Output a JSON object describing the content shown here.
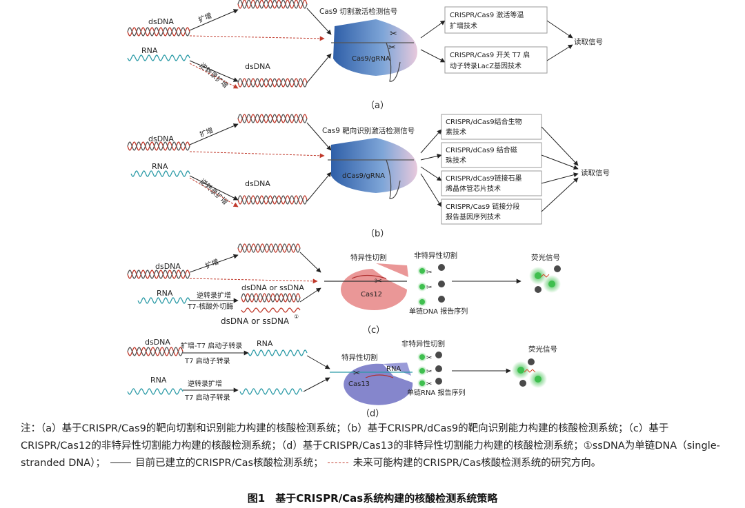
{
  "panels": {
    "a": {
      "label": "（a）",
      "input_dsdna": "dsDNA",
      "input_rna": "RNA",
      "amp": "扩增",
      "rt_amp": "逆转录扩增",
      "mid_dsdna": "dsDNA",
      "signal": "Cas9 切割激活检测信号",
      "complex": "Cas9/gRNA",
      "tech1_l1": "CRISPR/Cas9 激活等温",
      "tech1_l2": "扩增技术",
      "tech2_l1": "CRISPR/Cas9 开关 T7 启",
      "tech2_l2": "动子转录LacZ基因技术",
      "readout": "读取信号"
    },
    "b": {
      "label": "（b）",
      "input_dsdna": "dsDNA",
      "input_rna": "RNA",
      "amp": "扩增",
      "rt_amp": "逆转录扩增",
      "mid_dsdna": "dsDNA",
      "signal": "Cas9 靶向识别激活检测信号",
      "complex": "dCas9/gRNA",
      "tech1_l1": "CRISPR/dCas9结合生物",
      "tech1_l2": "素技术",
      "tech2_l1": "CRISPR/dCas9 结合磁",
      "tech2_l2": "珠技术",
      "tech3_l1": "CRISPR/dCas9链接石墨",
      "tech3_l2": "烯晶体管芯片技术",
      "tech4_l1": "CRISPR/Cas9 链接分段",
      "tech4_l2": "报告基因序列技术",
      "readout": "读取信号"
    },
    "c": {
      "label": "（c）",
      "input_dsdna": "dsDNA",
      "input_rna": "RNA",
      "amp": "扩增",
      "rt_amp": "逆转录扩增",
      "t7_nuclease": "T7-核酸外切酶",
      "mid_label1": "dsDNA or ssDNA",
      "mid_label2": "dsDNA or ssDNA",
      "footnote_mark": "①",
      "specific_cut": "特异性切割",
      "nonspecific_cut": "非特异性切割",
      "enzyme": "Cas12",
      "reporter": "单链DNA 报告序列",
      "fluor": "荧光信号"
    },
    "d": {
      "label": "（d）",
      "input_dsdna": "dsDNA",
      "input_rna": "RNA",
      "amp_t7": "扩增-T7 启动子转录",
      "t7": "T7 启动子转录",
      "rt_amp": "逆转录扩增",
      "t7_2": "T7 启动子转录",
      "mid_rna": "RNA",
      "specific_cut": "特异性切割",
      "nonspecific_cut": "非特异性切割",
      "enzyme": "Cas13",
      "bound_rna": "RNA",
      "reporter": "单链RNA 报告序列",
      "fluor": "荧光信号"
    }
  },
  "note": {
    "prefix": "注：（a）基于CRISPR/Cas9的靶向切割和识别能力构建的核酸检测系统；（b）基于CRISPR/dCas9的靶向识别能力构建的核酸检测系统；（c）基于CRISPR/Cas12的非特异性切割能力构建的核酸检测系统；（d）基于CRISPR/Cas13的非特异性切割能力构建的核酸检测系统；①ssDNA为单链DNA（single-stranded DNA）；",
    "solid_text": "目前已建立的CRISPR/Cas核酸检测系统；",
    "dash_text": "未来可能构建的CRISPR/Cas核酸检测系统的研究方向。"
  },
  "caption": "图1　基于CRISPR/Cas系统构建的核酸检测系统策略",
  "colors": {
    "dna_red": "#c0392b",
    "dna_dark": "#555555",
    "rna_teal": "#2a9aa6",
    "cas9_blue": "#3b6fb0",
    "cas12_red": "#e88c8c",
    "cas13_purple": "#7e7fc9",
    "fluor_green": "#3fbf4f"
  }
}
